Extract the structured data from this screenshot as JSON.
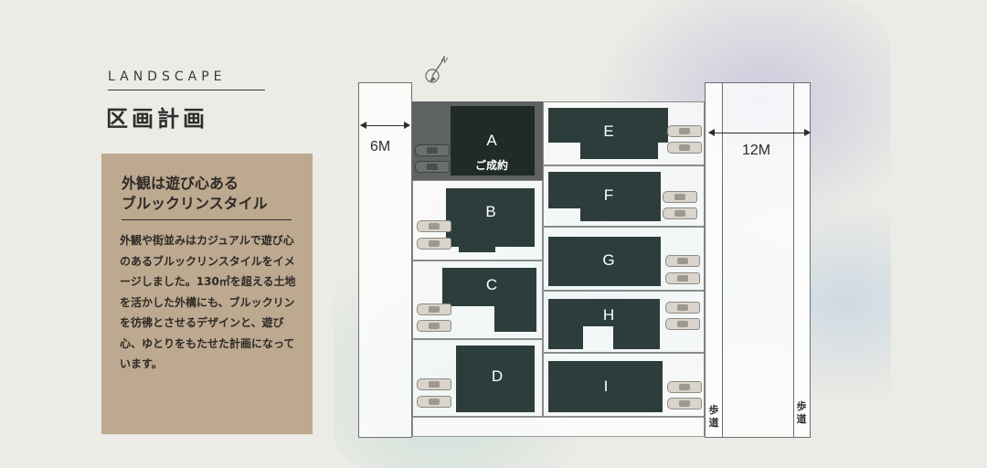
{
  "header": {
    "eyebrow": "LANDSCAPE",
    "title": "区画計画"
  },
  "concept": {
    "heading_line1": "外観は遊び心ある",
    "heading_line2": "ブルックリンスタイル",
    "body": "外観や街並みはカジュアルで遊び心のあるブルックリンスタイルをイメージしました。130㎡を超える土地を活かした外構にも、ブルックリンを彷彿とさせるデザインと、遊び心、ゆとりをもたせた計画になっています。"
  },
  "roads": {
    "west_width": "6M",
    "east_width": "12M",
    "sidewalk_label_left": "歩道",
    "sidewalk_label_right": "歩道"
  },
  "compass": {
    "label": "N",
    "icon": "north-arrow-icon"
  },
  "lots": [
    {
      "id": "A",
      "status": "ご成約"
    },
    {
      "id": "B",
      "status": ""
    },
    {
      "id": "C",
      "status": ""
    },
    {
      "id": "D",
      "status": ""
    },
    {
      "id": "E",
      "status": ""
    },
    {
      "id": "F",
      "status": ""
    },
    {
      "id": "G",
      "status": ""
    },
    {
      "id": "H",
      "status": ""
    },
    {
      "id": "I",
      "status": ""
    }
  ],
  "colors": {
    "background": "#ecebe6",
    "concept_box": "#bca990",
    "building": "#2d3d3b",
    "sold_lot": "#5e6262"
  }
}
